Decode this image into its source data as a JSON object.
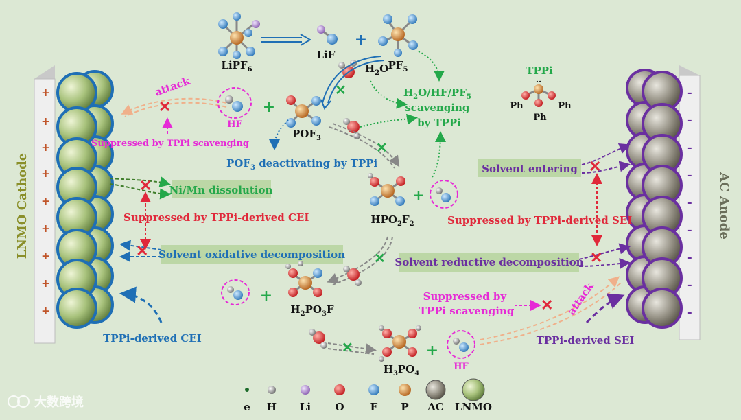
{
  "top": {
    "lipf6": "LiPF6",
    "lif": "LiF",
    "pf5": "PF5",
    "h2o": "H2O",
    "plus1": "+",
    "tppi": "TPPi",
    "ph1": "Ph",
    "ph2": "Ph",
    "ph3": "Ph"
  },
  "left": {
    "cathode_label": "LNMO Cathode",
    "attack": "attack",
    "hf": "HF",
    "suppressed_scav": "Suppressed by TPPi scavenging",
    "pof3": "POF3",
    "pof3_deact": "POF3 deactivating by TPPi",
    "nimn": "Ni/Mn dissolution",
    "suppressed_cei": "Suppressed by TPPi-derived CEI",
    "solvent_ox": "Solvent oxidative decomposition",
    "cei": "TPPi-derived CEI"
  },
  "middle": {
    "scavenging": "H2O/HF/PF5 scavenging by TPPi",
    "hpo2f2": "HPO2F2",
    "h2po3f": "H2PO3F",
    "h3po4": "H3PO4",
    "hf_bottom": "HF"
  },
  "right": {
    "anode_label": "AC Anode",
    "solvent_enter": "Solvent entering",
    "suppressed_sei": "Suppressed by TPPi-derived SEI",
    "solvent_red": "Solvent reductive decomposition",
    "suppressed_scav2": "Suppressed by TPPi scavenging",
    "attack2": "attack",
    "sei": "TPPi-derived SEI"
  },
  "legend": [
    "e",
    "H",
    "Li",
    "O",
    "F",
    "P",
    "AC",
    "LNMO"
  ],
  "watermark": "大数跨境",
  "colors": {
    "blue": "#1f6fb5",
    "green": "#24a84a",
    "red": "#e0283a",
    "magenta": "#e62ad6",
    "purple": "#6a2fa0",
    "lnmo": "#9bb870",
    "ac": "#7a7668"
  }
}
